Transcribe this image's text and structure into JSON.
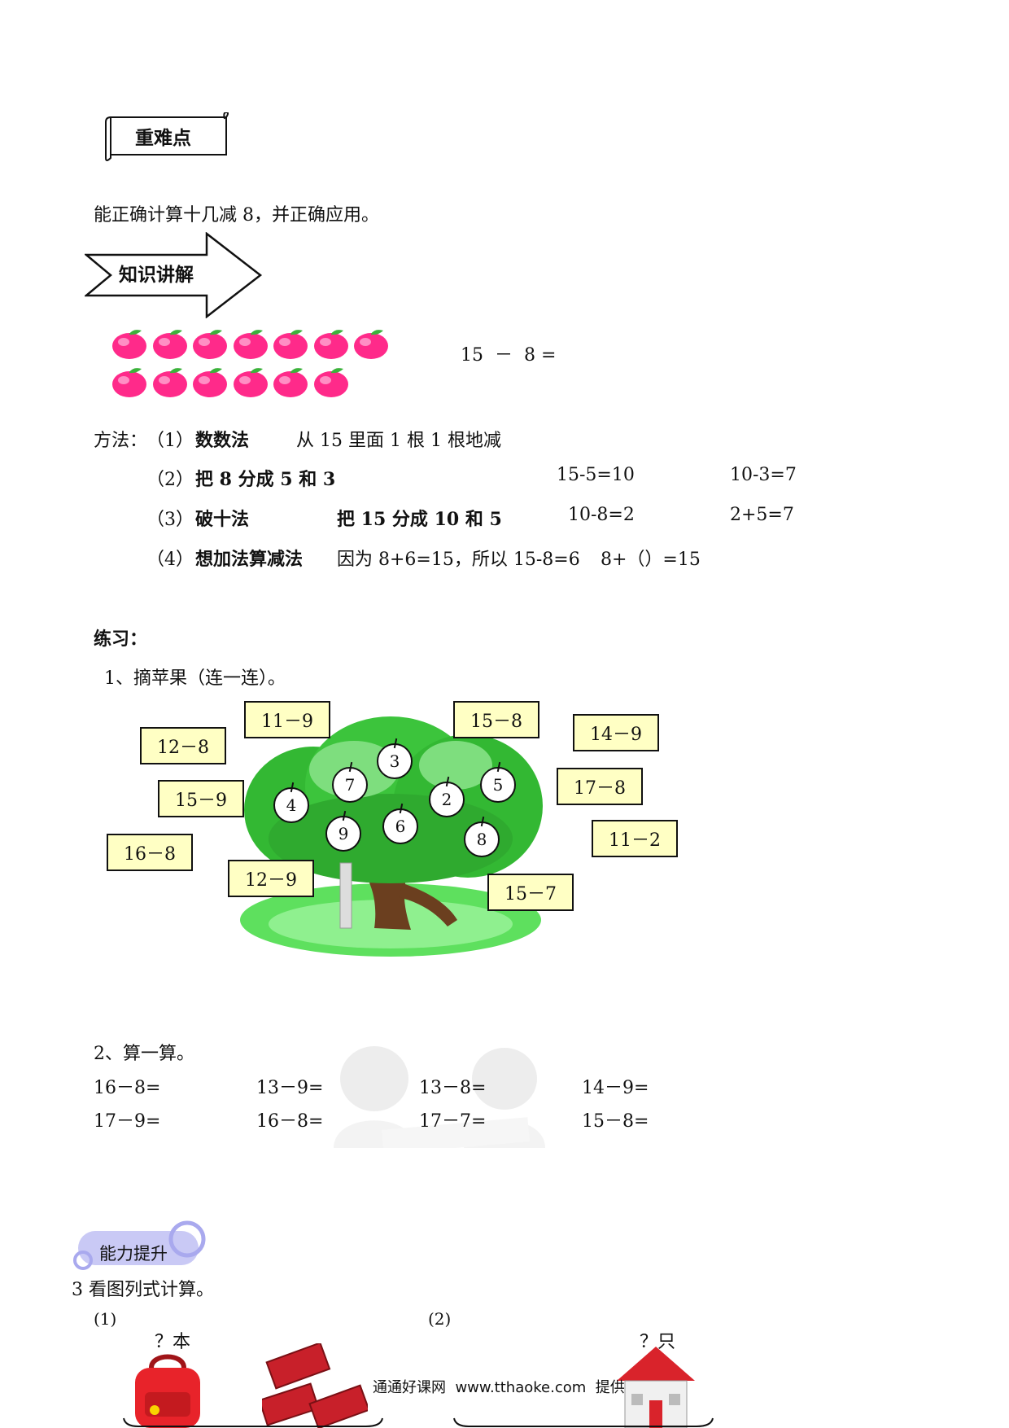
{
  "header": {
    "scroll_label": "重难点",
    "arrow_label": "知识讲解"
  },
  "goal": "能正确计算十几减 8，并正确应用。",
  "example": {
    "equation": "15  －  8 ="
  },
  "methods": {
    "lead": "方法：",
    "m1_num": "（1）",
    "m1_name": "数数法",
    "m1_desc": "从 15 里面 1 根 1 根地减",
    "m2_num": "（2）",
    "m2_name": "把 8 分成 5 和 3",
    "m2_a": "15-5=10",
    "m2_b": "10-3=7",
    "m3_num": "（3）",
    "m3_name": "破十法",
    "m3_desc": "把 15 分成 10 和 5",
    "m3_a": "10-8=2",
    "m3_b": "2+5=7",
    "m4_num": "（4）",
    "m4_name": "想加法算减法",
    "m4_desc": "因为 8+6=15，所以 15-8=6",
    "m4_a": "8+（）=15"
  },
  "practice": {
    "title": "练习：",
    "q1": "1、摘苹果（连一连）。",
    "boxes": [
      "11－9",
      "15－8",
      "12－8",
      "14－9",
      "15－9",
      "17－8",
      "16－8",
      "11－2",
      "12－9",
      "15－7"
    ],
    "apples": [
      "3",
      "7",
      "5",
      "4",
      "2",
      "9",
      "6",
      "8"
    ],
    "q2": "2、算一算。",
    "calc": [
      "16－8=",
      "13－9=",
      "13－8=",
      "14－9=",
      "17－9=",
      "16－8=",
      "17－7=",
      "15－8="
    ]
  },
  "ability": {
    "badge": "能力提升",
    "q3": "3 看图列式计算。",
    "p1": "(1)",
    "p1_label": "？本",
    "p2": "(2)",
    "p2_label": "？只"
  },
  "footer": "通通好课网  www.tthaoke.com  提供"
}
